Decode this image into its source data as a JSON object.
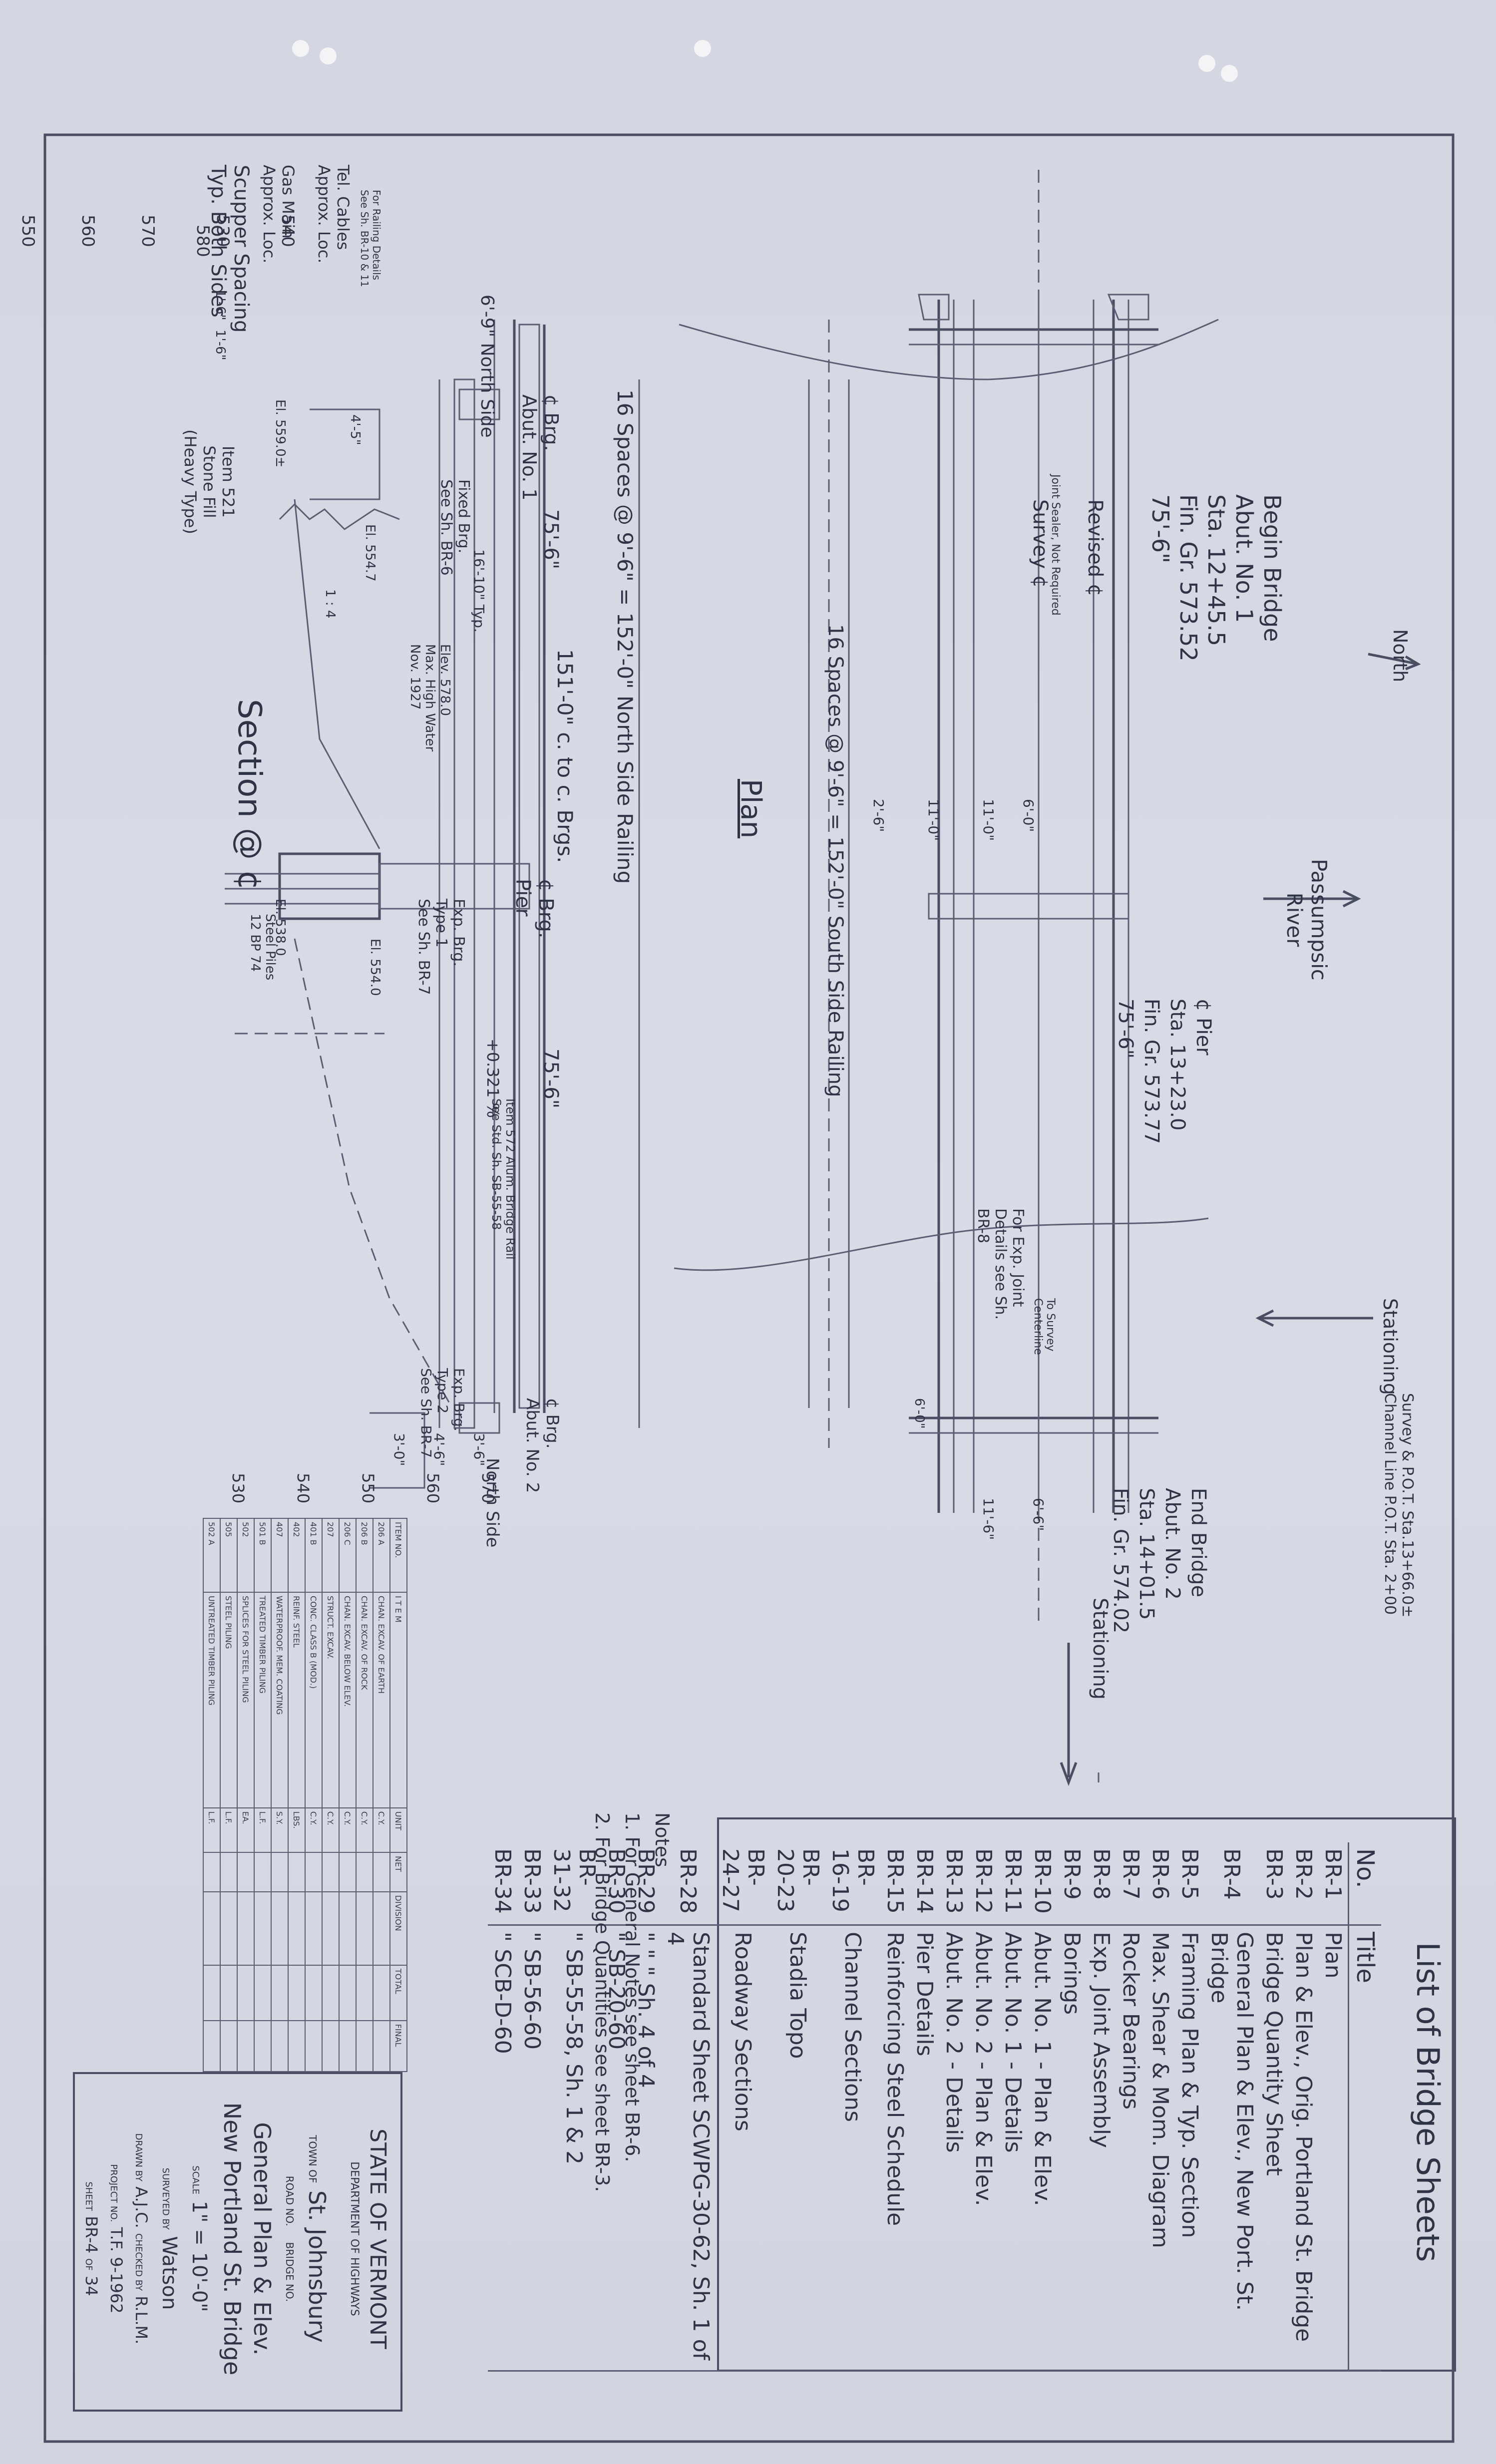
{
  "drawing": {
    "north_label": "North",
    "river_label_1": "Passumpsic",
    "river_label_2": "River",
    "stationing_label": "Stationing",
    "stationing_label_2": "Stationing",
    "survey_label_1": "Survey & P.O.T. Sta.13+66.0±",
    "survey_label_2": "Channel Line P.O.T. Sta. 2+00",
    "begin_bridge": [
      "Begin Bridge",
      "Abut. No. 1",
      "Sta. 12+45.5",
      "Fin. Gr. 573.52",
      "75'-6\""
    ],
    "pier": [
      "¢ Pier",
      "Sta. 13+23.0",
      "Fin. Gr. 573.77",
      "75'-6\""
    ],
    "end_bridge": [
      "End Bridge",
      "Abut. No. 2",
      "Sta. 14+01.5",
      "Fin. Gr. 574.02"
    ],
    "plan_title": "Plan",
    "plan_north_rail": "16 Spaces @ 9'-6\" = 152'-0\" North Side Railing",
    "plan_south_rail": "16 Spaces @ 9'-6\" = 152'-0\" South Side Railing",
    "plan_survey": "Survey ¢",
    "plan_revised": "Revised ¢",
    "plan_joint": "Joint Sealer, Not Required",
    "exp_joint_note": [
      "For Exp. Joint",
      "Details see Sh.",
      "BR-8"
    ],
    "to_survey": [
      "To Survey",
      "Centerline"
    ],
    "left_notes": {
      "scupper": [
        "Scupper Spacing",
        "Typ. Both Sides"
      ],
      "gas": [
        "Gas Main",
        "Approx. Loc."
      ],
      "tel": [
        "Tel. Cables",
        "Approx. Loc."
      ],
      "rail_ref": [
        "For Railing Details",
        "See Sh. BR-10 & 11"
      ]
    },
    "dims": {
      "d1": "1'-6\"",
      "d2": "1'-6\"",
      "d3": "6'-0\"",
      "d4": "11'-0\"",
      "d5": "11'-0\"",
      "d6": "2'-6\"",
      "d7": "6'-0\"",
      "d8": "11'-6\"",
      "d9": "6'-6\"",
      "d10": "4'-5\"",
      "d11": "16'-10\" Typ.",
      "d12": "3'-0\"",
      "d13": "4'-6\"",
      "d14": "3'-6\""
    },
    "section_title": "Section @ ¢",
    "section": {
      "north_side": "6'-9\" North Side",
      "north_side_2": "North Side",
      "abut1": [
        "¢ Brg.",
        "Abut. No. 1"
      ],
      "abut2": [
        "¢ Brg.",
        "Abut. No. 2"
      ],
      "pier": [
        "¢ Brg.",
        "Pier"
      ],
      "span1": "75'-6\"",
      "span2": "75'-6\"",
      "total_spaces": "16 Spaces @ 9'-6\" = 152'-0\" North Side Railing",
      "brgs": "151'-0\" c. to c. Brgs.",
      "grade": "+0.321 %",
      "rail_item": "Item 572 Alum. Bridge Rail",
      "rail_item_2": "See Std. Sh. SB-55-58",
      "fixed_brg": [
        "Fixed Brg.",
        "See Sh. BR-6"
      ],
      "exp_brg1": [
        "Exp. Brg.",
        "Type 1",
        "See Sh. BR-7"
      ],
      "exp_brg2": [
        "Exp. Brg.",
        "Type 2",
        "See Sh. BR-7"
      ],
      "high_water": [
        "Elev. 578.0",
        "Max. High Water",
        "Nov. 1927"
      ],
      "el1": "El. 554.7",
      "el2": "El. 554.0",
      "el3": "El. 559.0±",
      "el4": "El. 538.0",
      "item_fill": [
        "Item 521",
        "Stone Fill",
        "(Heavy Type)"
      ],
      "piles": [
        "Steel Piles",
        "12 BP 74"
      ],
      "slope": "1 : 4",
      "grades_left": [
        "580",
        "570",
        "560",
        "550",
        "540",
        "530"
      ],
      "grades_right": [
        "570",
        "560",
        "550",
        "540",
        "530"
      ]
    }
  },
  "sheet_list": {
    "title": "List of Bridge Sheets",
    "col_no": "No.",
    "col_title": "Title",
    "rows": [
      {
        "no": "BR-1",
        "title": "Plan"
      },
      {
        "no": "BR-2",
        "title": "Plan & Elev., Orig. Portland St. Bridge"
      },
      {
        "no": "BR-3",
        "title": "Bridge Quantity Sheet"
      },
      {
        "no": "BR-4",
        "title": "General Plan & Elev., New Port. St. Bridge"
      },
      {
        "no": "BR-5",
        "title": "Framing Plan & Typ. Section"
      },
      {
        "no": "BR-6",
        "title": "Max. Shear & Mom. Diagram"
      },
      {
        "no": "BR-7",
        "title": "Rocker Bearings"
      },
      {
        "no": "BR-8",
        "title": "Exp. Joint Assembly"
      },
      {
        "no": "BR-9",
        "title": "Borings"
      },
      {
        "no": "BR-10",
        "title": "Abut. No. 1 - Plan & Elev."
      },
      {
        "no": "BR-11",
        "title": "Abut. No. 1 - Details"
      },
      {
        "no": "BR-12",
        "title": "Abut. No. 2 - Plan & Elev."
      },
      {
        "no": "BR-13",
        "title": "Abut. No. 2 - Details"
      },
      {
        "no": "BR-14",
        "title": "Pier Details"
      },
      {
        "no": "BR-15",
        "title": "Reinforcing Steel Schedule"
      },
      {
        "no": "BR-16-19",
        "title": "Channel Sections"
      },
      {
        "no": "BR-20-23",
        "title": "Stadia Topo"
      },
      {
        "no": "BR-24-27",
        "title": "Roadway Sections"
      },
      {
        "no": "BR-28",
        "title": "Standard Sheet SCWPG-30-62, Sh. 1 of 4"
      },
      {
        "no": "BR-29",
        "title": "\"   \"   \"   Sh. 4 of 4"
      },
      {
        "no": "BR-30",
        "title": "\"   SB-20-60"
      },
      {
        "no": "BR-31-32",
        "title": "\"   SB-55-58, Sh. 1 & 2"
      },
      {
        "no": "BR-33",
        "title": "\"   SB-56-60"
      },
      {
        "no": "BR-34",
        "title": "\"   SCB-D-60"
      }
    ]
  },
  "notes": {
    "heading": "Notes",
    "n1": "1. For General Notes see sheet BR-6.",
    "n2": "2. For Bridge Quantities see sheet BR-3."
  },
  "quantity_table": {
    "headers": [
      "ITEM NO.",
      "I T E M",
      "UNIT",
      "NET",
      "DIVISION",
      "TOTAL",
      "FINAL"
    ],
    "rows": [
      [
        "206 A",
        "CHAN. EXCAV. OF EARTH",
        "C.Y."
      ],
      [
        "206 B",
        "CHAN. EXCAV. OF ROCK",
        "C.Y."
      ],
      [
        "206 C",
        "CHAN. EXCAV. BELOW ELEV.",
        "C.Y."
      ],
      [
        "207",
        "STRUCT. EXCAV.",
        "C.Y."
      ],
      [
        "401 B",
        "CONC. CLASS B (MOD.)",
        "C.Y."
      ],
      [
        "402",
        "REINF. STEEL",
        "LBS."
      ],
      [
        "407",
        "WATERPROOF. MEM. COATING",
        "S.Y."
      ],
      [
        "501 B",
        "TREATED TIMBER PILING",
        "L.F."
      ],
      [
        "502",
        "SPLICES FOR STEEL PILING",
        "EA."
      ],
      [
        "505",
        "STEEL PILING",
        "L.F."
      ],
      [
        "502 A",
        "UNTREATED TIMBER PILING",
        "L.F."
      ]
    ]
  },
  "title_block": {
    "state": "STATE OF VERMONT",
    "dept": "DEPARTMENT OF HIGHWAYS",
    "town_label": "TOWN OF",
    "town": "St. Johnsbury",
    "road_label": "ROAD NO.",
    "bridge_label": "BRIDGE NO.",
    "line1": "General Plan & Elev.",
    "line2": "New Portland St. Bridge",
    "scale_label": "SCALE",
    "scale": "1\" = 10'-0\"",
    "surveyed_label": "SURVEYED BY",
    "surveyed": "Watson",
    "drawn_label": "DRAWN BY",
    "drawn": "A.J.C.",
    "checked_label": "CHECKED BY",
    "checked": "R.L.M.",
    "project_label": "PROJECT NO.",
    "project": "T.F. 9-1962",
    "sheet_label": "SHEET",
    "sheet": "BR-4",
    "of_label": "OF",
    "of": "34"
  }
}
